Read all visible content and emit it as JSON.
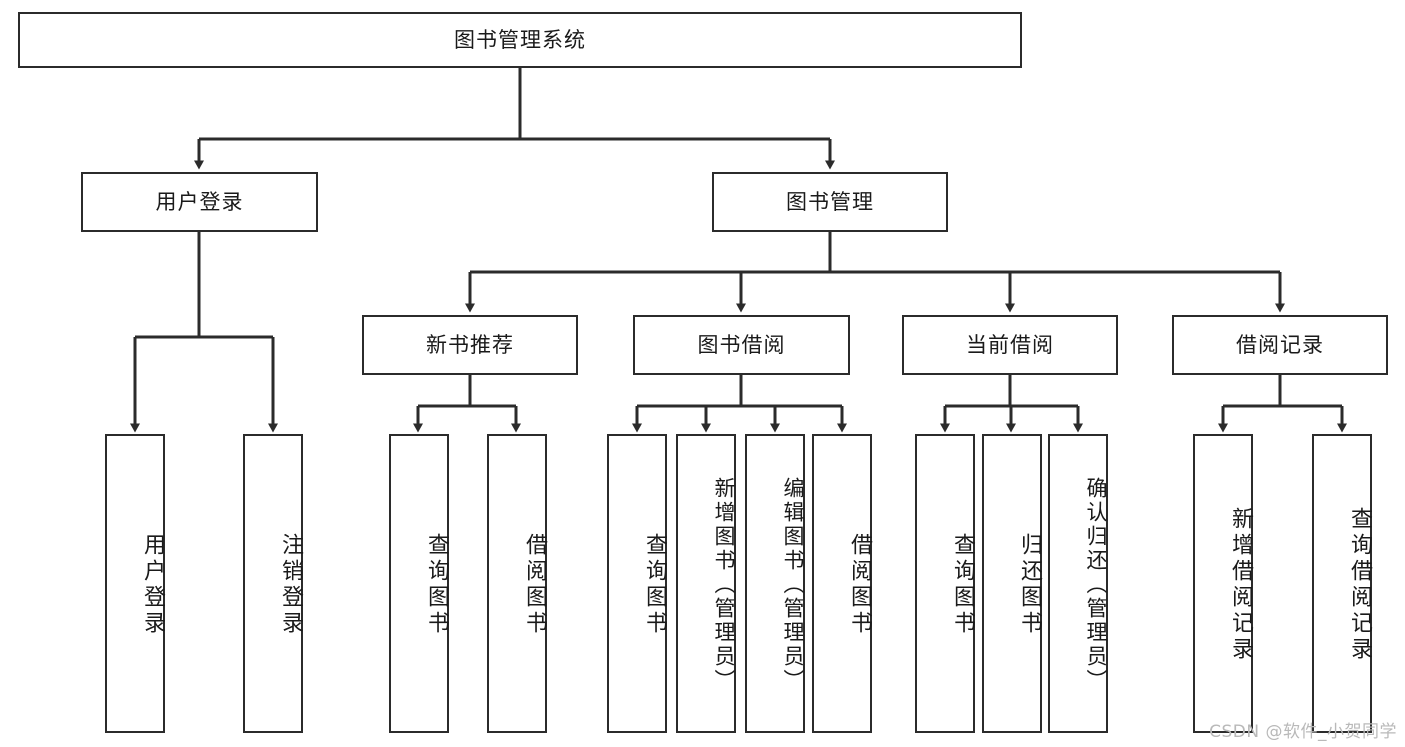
{
  "diagram": {
    "title": "图书管理系统",
    "type": "hierarchy-tree",
    "orientation": "top-down",
    "colors": {
      "box_border": "#2b2b2b",
      "box_fill": "#ffffff",
      "connector": "#2b2b2b",
      "text": "#1a1a1a",
      "watermark": "#b9b9b9",
      "background": "#ffffff"
    },
    "root": {
      "label": "图书管理系统"
    },
    "level2": [
      {
        "label": "用户登录"
      },
      {
        "label": "图书管理"
      }
    ],
    "level3": [
      {
        "label": "新书推荐"
      },
      {
        "label": "图书借阅"
      },
      {
        "label": "当前借阅"
      },
      {
        "label": "借阅记录"
      }
    ],
    "leaves": {
      "user_login": [
        {
          "label": "用户登录"
        },
        {
          "label": "注销登录"
        }
      ],
      "new_book_recommend": [
        {
          "label": "查询图书"
        },
        {
          "label": "借阅图书"
        }
      ],
      "book_borrow": [
        {
          "label": "查询图书"
        },
        {
          "label": "新增图书（管理员）"
        },
        {
          "label": "编辑图书（管理员）"
        },
        {
          "label": "借阅图书"
        }
      ],
      "current_borrow": [
        {
          "label": "查询图书"
        },
        {
          "label": "归还图书"
        },
        {
          "label": "确认归还（管理员）"
        }
      ],
      "borrow_record": [
        {
          "label": "新增借阅记录"
        },
        {
          "label": "查询借阅记录"
        }
      ]
    }
  },
  "watermark": {
    "text": "CSDN @软件_小贺同学"
  }
}
